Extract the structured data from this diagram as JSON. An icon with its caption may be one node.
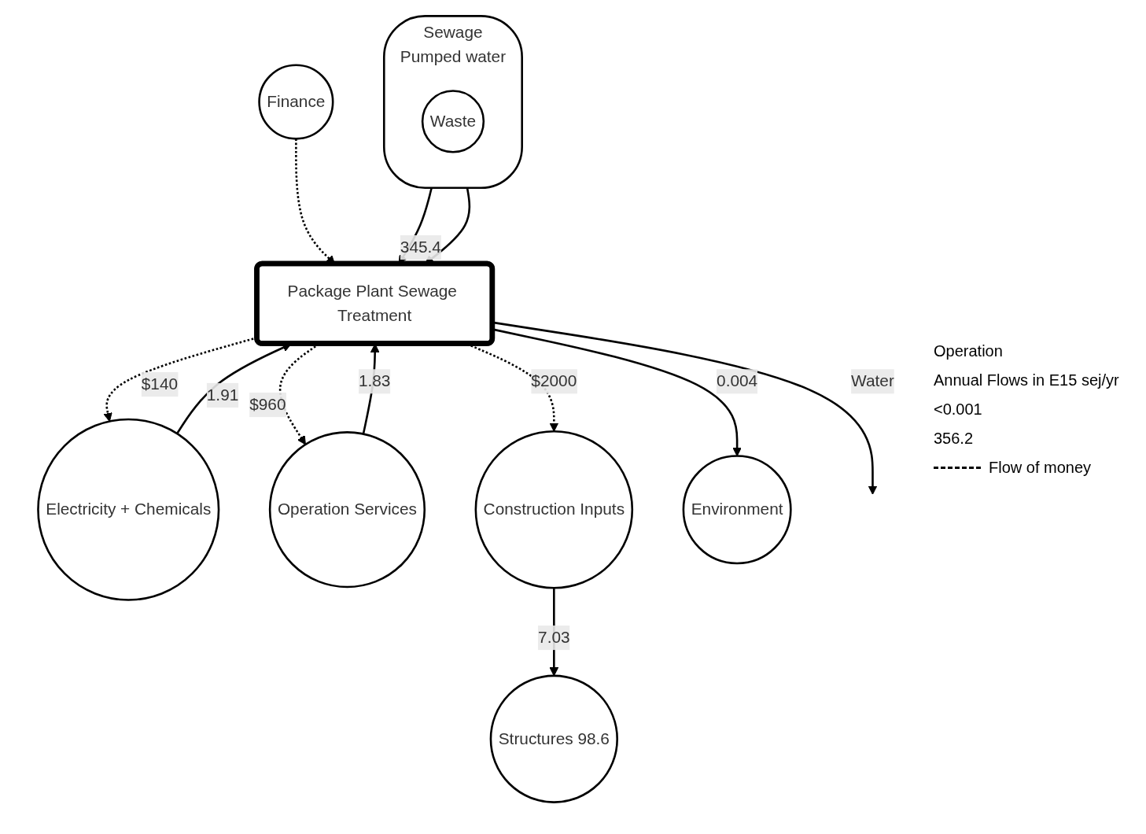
{
  "diagram": {
    "nodes": [
      {
        "text": [
          "Package Plant Sewage Treatment"
        ]
      },
      {
        "text": [
          "Sewage",
          "Pumped water"
        ]
      },
      {
        "text": [
          "Waste"
        ],
        "in": 1
      },
      {
        "text": [
          "Electricity + Chemicals"
        ]
      },
      {
        "text": [
          "Operation Services"
        ]
      },
      {
        "text": [
          "Construction Inputs"
        ]
      },
      {
        "text": [
          "Structures 98.6"
        ]
      },
      {
        "text": [
          "Finance"
        ]
      },
      {
        "text": [
          "Environment"
        ]
      }
    ],
    "edges": [
      {
        "from": 1,
        "to": 0,
        "arrow": "to",
        "label": "345.4"
      },
      {
        "from": 1,
        "to": 0,
        "arrow": "to"
      },
      {
        "from": 3,
        "to": 0,
        "arrow": "to",
        "label": "1.91"
      },
      {
        "from": 0,
        "to": 3,
        "arrow": "to",
        "label": "$140",
        "style": "dashed"
      },
      {
        "from": 4,
        "to": 0,
        "arrow": "to",
        "label": "1.83"
      },
      {
        "from": 0,
        "to": 4,
        "arrow": "to",
        "label": "$960",
        "style": "dashed"
      },
      {
        "from": 5,
        "to": 6,
        "arrow": "to",
        "label": "7.03"
      },
      {
        "from": 0,
        "to": 5,
        "arrow": "to",
        "label": "$2000",
        "style": "dashed"
      },
      {
        "from": 7,
        "to": 0,
        "arrow": "to",
        "style": "dashed"
      },
      {
        "from": 0,
        "to": 8,
        "arrow": "to",
        "label": "0.004"
      },
      {
        "from": 0,
        "to": null,
        "arrow": "to",
        "label": "Water"
      }
    ],
    "labels": [
      "Operation",
      "Annual Flows in E15 sej/yr",
      "<0.001",
      "356.2"
    ],
    "legend": [
      {
        "text": "Flow of money"
      }
    ]
  }
}
